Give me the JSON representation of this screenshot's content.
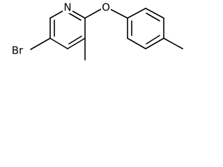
{
  "molecule": {
    "atoms": {
      "bromine": "Br",
      "nitrogen": "N",
      "oxygen": "O"
    }
  }
}
